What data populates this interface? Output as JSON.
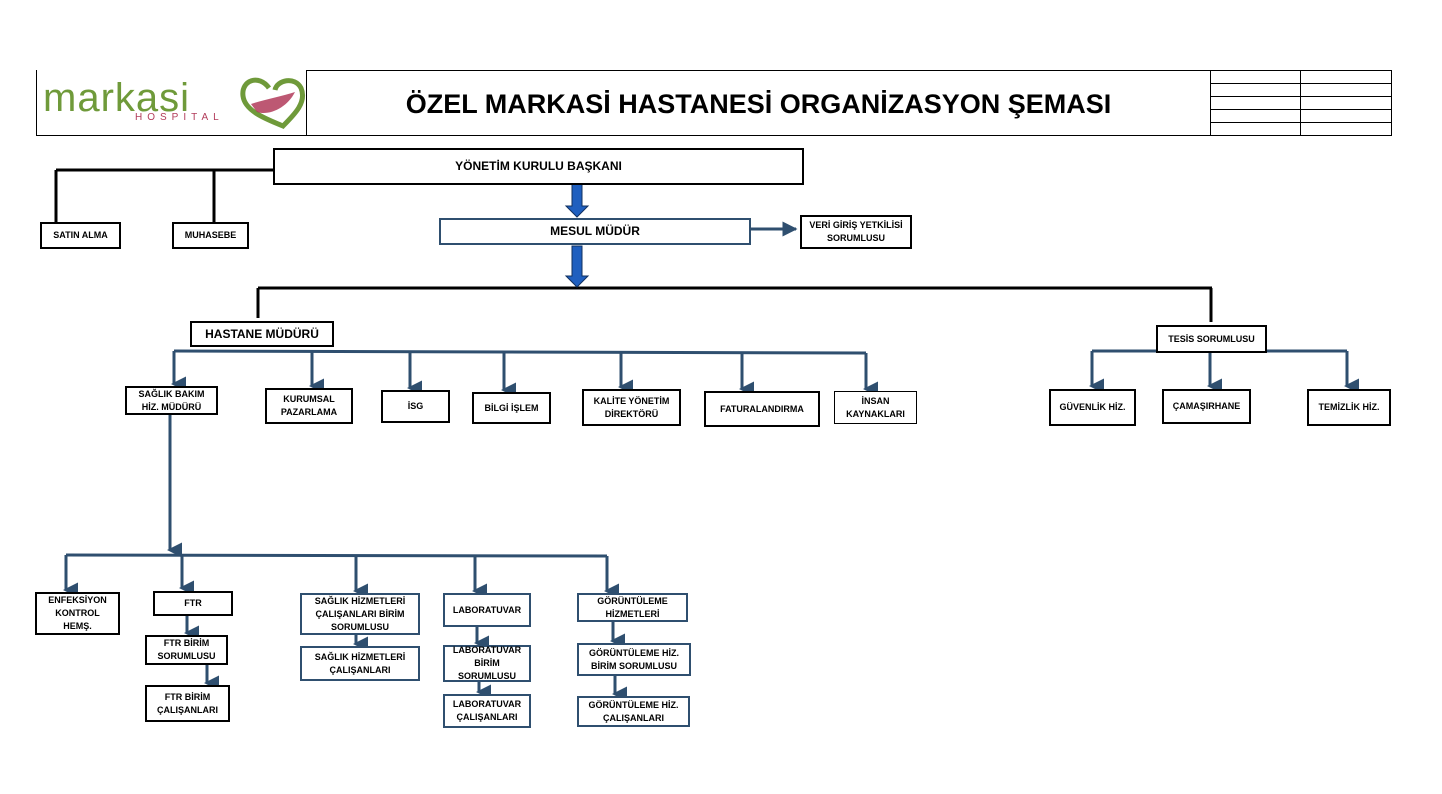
{
  "header": {
    "logo_word": "markasi",
    "logo_sub": "HOSPITAL",
    "title": "ÖZEL MARKASİ HASTANESİ ORGANİZASYON ŞEMASI"
  },
  "nodes": {
    "yonetim": "YÖNETİM KURULU BAŞKANI",
    "satin_alma": "SATIN ALMA",
    "muhasebe": "MUHASEBE",
    "mesul": "MESUL MÜDÜR",
    "veri_giris": "VERİ GİRİŞ YETKİLİSİ SORUMLUSU",
    "hastane_muduru": "HASTANE MÜDÜRÜ",
    "tesis": "TESİS SORUMLUSU",
    "saglik_bakim": "SAĞLIK BAKIM HİZ. MÜDÜRÜ",
    "kurumsal": "KURUMSAL PAZARLAMA",
    "isg": "İSG",
    "bilgi": "BİLGİ İŞLEM",
    "kalite": "KALİTE YÖNETİM DİREKTÖRÜ",
    "faturalandirma": "FATURALANDIRMA",
    "insan": "İNSAN KAYNAKLARI",
    "guvenlik": "GÜVENLİK HİZ.",
    "camasir": "ÇAMAŞIRHANE",
    "temizlik": "TEMİZLİK HİZ.",
    "enfeksiyon": "ENFEKSİYON KONTROL HEMŞ.",
    "ftr": "FTR",
    "ftr_birim": "FTR BİRİM SORUMLUSU",
    "ftr_calisan": "FTR BİRİM ÇALIŞANLARI",
    "sh_birim": "SAĞLIK HİZMETLERİ ÇALIŞANLARI BİRİM SORUMLUSU",
    "sh_calisan": "SAĞLIK HİZMETLERİ ÇALIŞANLARI",
    "lab": "LABORATUVAR",
    "lab_birim": "LABORATUVAR BİRİM SORUMLUSU",
    "lab_calisan": "LABORATUVAR ÇALIŞANLARI",
    "goruntu": "GÖRÜNTÜLEME HİZMETLERİ",
    "goruntu_birim": "GÖRÜNTÜLEME HİZ. BİRİM SORUMLUSU",
    "goruntu_calisan": "GÖRÜNTÜLEME HİZ. ÇALIŞANLARI"
  },
  "colors": {
    "connector_blue": "#2f4f6f",
    "arrow_blue": "#1f5fbf",
    "logo_green": "#6f9a3a",
    "logo_pink": "#b23b5a"
  }
}
